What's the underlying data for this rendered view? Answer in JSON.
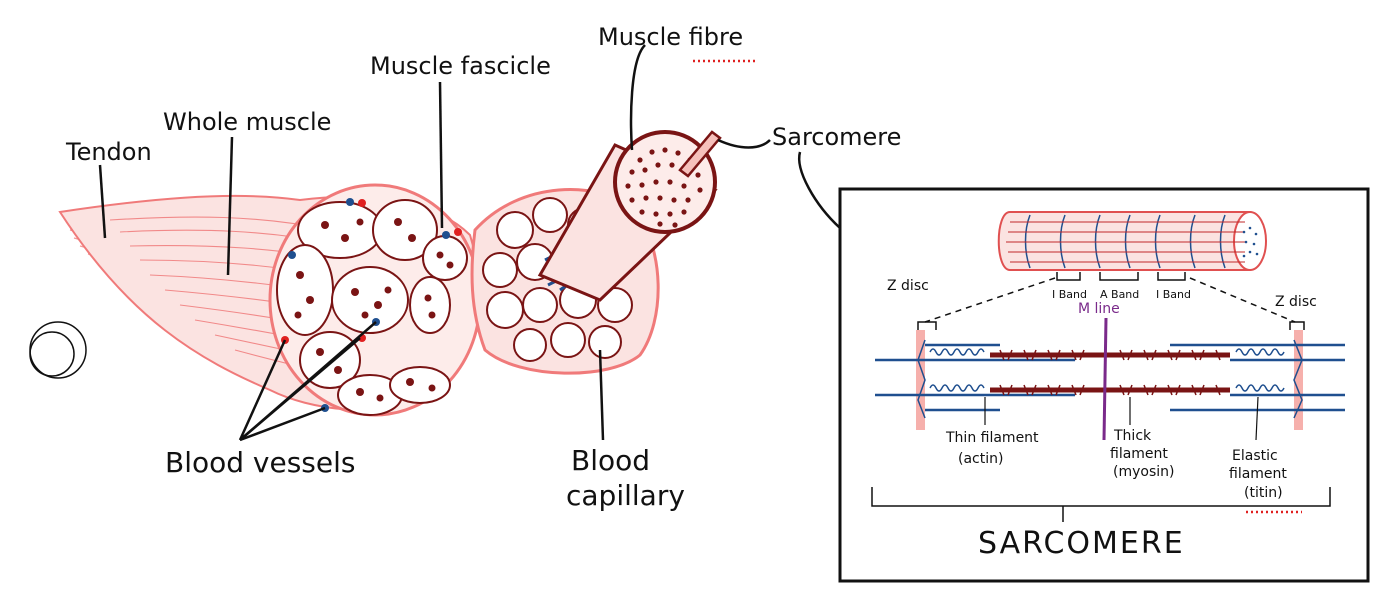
{
  "labels": {
    "tendon": "Tendon",
    "whole_muscle": "Whole muscle",
    "muscle_fascicle": "Muscle fascicle",
    "muscle_fibre": "Muscle fibre",
    "sarcomere_callout": "Sarcomere",
    "blood_vessels": "Blood vessels",
    "blood_capillary_line1": "Blood",
    "blood_capillary_line2": "capillary"
  },
  "inset": {
    "i_band_left": "I Band",
    "a_band": "A Band",
    "i_band_right": "I Band",
    "z_disc_left": "Z disc",
    "z_disc_right": "Z disc",
    "m_line": "M line",
    "thin_filament_line1": "Thin filament",
    "thin_filament_line2": "(actin)",
    "thick_filament_line1": "Thick",
    "thick_filament_line2": "filament",
    "thick_filament_line3": "(myosin)",
    "elastic_filament_line1": "Elastic",
    "elastic_filament_line2": "filament",
    "elastic_filament_line3": "(titin)",
    "sarcomere_title": "SARCOMERE"
  },
  "colors": {
    "muscle_pink": "#f07a7a",
    "muscle_light": "#f6b0ac",
    "dark_red": "#7a1414",
    "blood_blue": "#1f4f8f",
    "m_line_purple": "#7a2a8a",
    "spell_red": "#e02020"
  }
}
